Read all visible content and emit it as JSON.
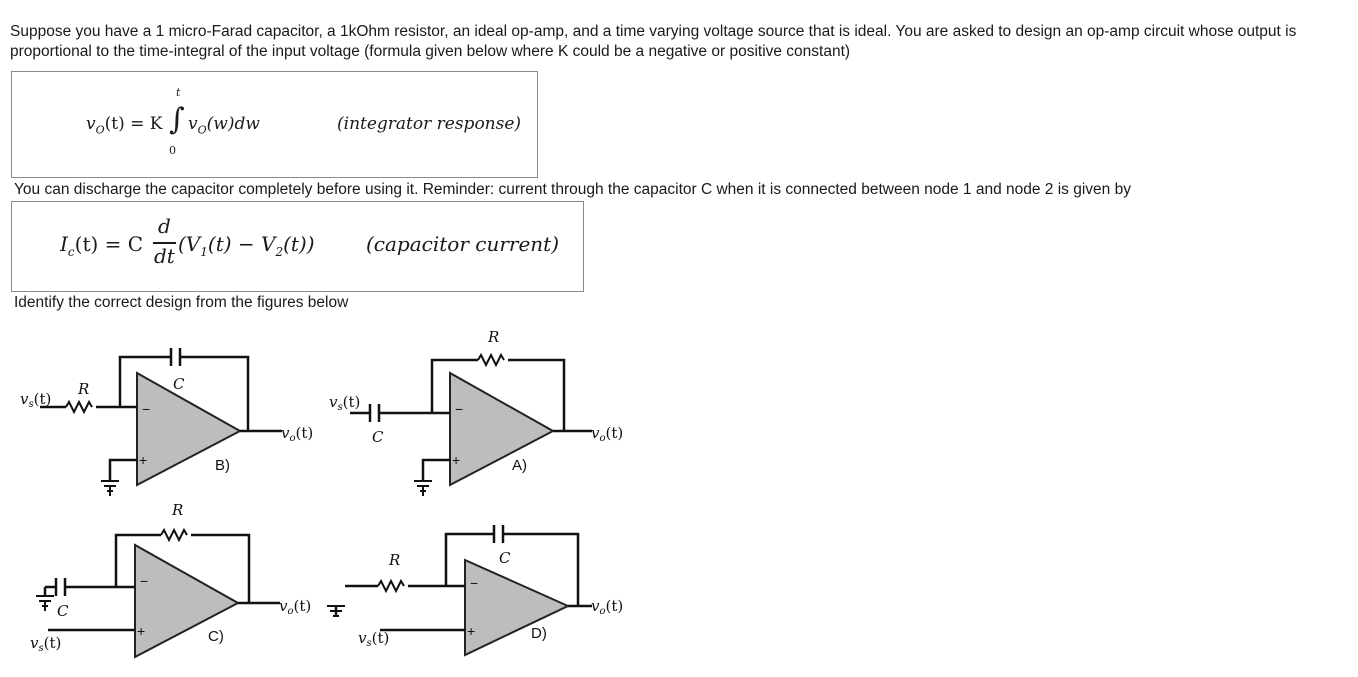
{
  "question": {
    "paragraph1": "Suppose you have a 1 micro-Farad capacitor, a 1kOhm resistor, an ideal op-amp, and a time varying voltage source that is ideal. You are asked to design an op-amp circuit whose output is proportional to the time-integral of the input voltage (formula given below where K could be a negative or positive constant)",
    "paragraph2": "You can discharge the capacitor completely before using it. Reminder: current through the capacitor C when it is connected between node 1 and node 2 is given by",
    "paragraph3": "Identify the correct design from the figures below"
  },
  "equation1": {
    "lhs": "v",
    "lhs_sub": "O",
    "lhs_arg": "(t) = K",
    "upper_limit": "t",
    "lower_limit": "0",
    "integrand": "v",
    "integrand_sub": "O",
    "integrand_arg": "(w)dw",
    "note": "(integrator response)"
  },
  "equation2": {
    "lhs": "I",
    "lhs_sub": "c",
    "lhs_arg": "(t) = C",
    "frac_num": "d",
    "frac_den": "dt",
    "rhs_v1": "(V",
    "rhs_v1_sub": "1",
    "rhs_mid": "(t) − V",
    "rhs_v2_sub": "2",
    "rhs_end": "(t))",
    "note": "(capacitor current)"
  },
  "circuits": {
    "labels": {
      "R": "R",
      "C": "C",
      "input": "v",
      "input_sub": "s",
      "input_arg": "(t)",
      "output": "v",
      "output_sub": "o",
      "output_arg": "(t)",
      "minus": "−",
      "plus": "+"
    },
    "options": [
      "B)",
      "A)",
      "C)",
      "D)"
    ]
  }
}
